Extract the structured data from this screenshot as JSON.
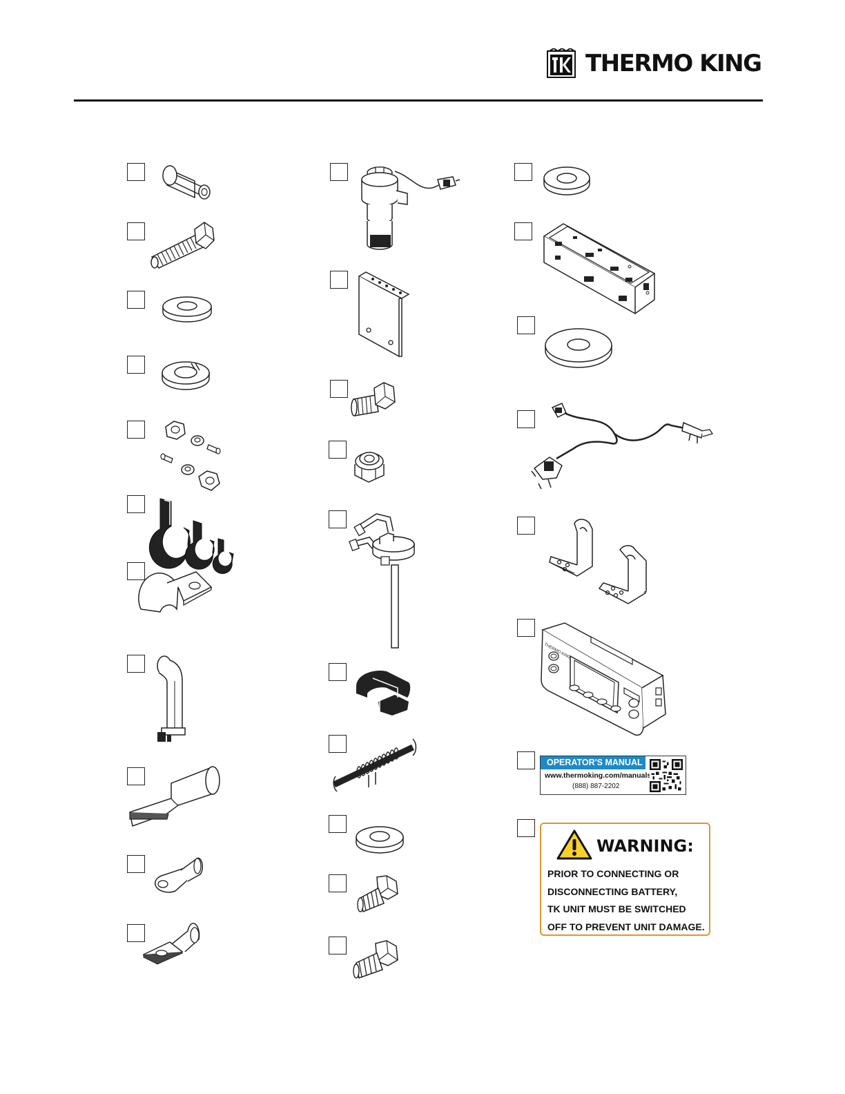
{
  "header": {
    "brand_name": "THERMO KING",
    "logo_mark": "TK"
  },
  "manual_label": {
    "heading": "OPERATOR'S MANUAL",
    "url": "www.thermoking.com/manuals",
    "phone": "(888) 887-2202"
  },
  "warning_label": {
    "title": "WARNING:",
    "lines": [
      "PRIOR TO CONNECTING OR",
      "DISCONNECTING BATTERY,",
      "TK UNIT MUST BE SWITCHED",
      "OFF TO PREVENT UNIT DAMAGE."
    ]
  },
  "colors": {
    "manual_blue": "#1d8ac7",
    "warning_orange": "#e0962a",
    "warning_yellow": "#f6d12a"
  },
  "checklist": {
    "column_1": [
      "spacer-sleeve",
      "hex-bolt",
      "flat-washer",
      "lock-washer",
      "fitting-set",
      "rubber-clamps",
      "pipe-clamp",
      "exhaust-pipe",
      "terminal-lug",
      "ring-terminal",
      "square-ring-terminal"
    ],
    "column_2": [
      "fuel-solenoid-valve",
      "mounting-bracket",
      "short-hex-bolt",
      "nylock-nut",
      "fuel-pickup-tube",
      "spring-clip",
      "wrapped-hose",
      "flat-washer",
      "self-tapping-screw",
      "self-tapping-screw"
    ],
    "column_3": [
      "flat-washer",
      "controller-housing",
      "fender-washer",
      "wiring-harness",
      "angle-brackets",
      "controller-display",
      "manual-label",
      "warning-label"
    ]
  }
}
